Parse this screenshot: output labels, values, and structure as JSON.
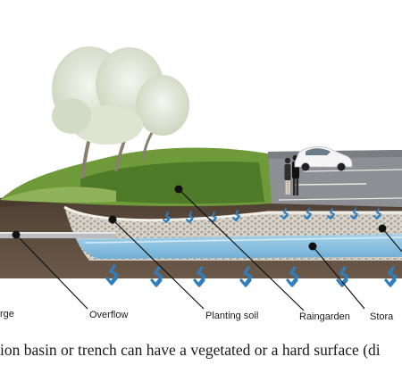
{
  "labels": {
    "recharge": "rge",
    "overflow": "Overflow",
    "planting_soil": "Planting soil",
    "raingarden": "Raingarden",
    "storage": "Stora"
  },
  "caption": "ion basin or trench can have a vegetated or a hard surface (di",
  "colors": {
    "soil": "#5a4a3c",
    "gravel": "#d7d2c8",
    "water": "#8fc3e0",
    "grass": "#6f9a3a",
    "asphalt": "#8d8f94",
    "arrow": "#2f7fbf"
  },
  "icons": [
    "tree-icon",
    "car-icon",
    "people-icon",
    "infiltration-arrow-icon"
  ]
}
